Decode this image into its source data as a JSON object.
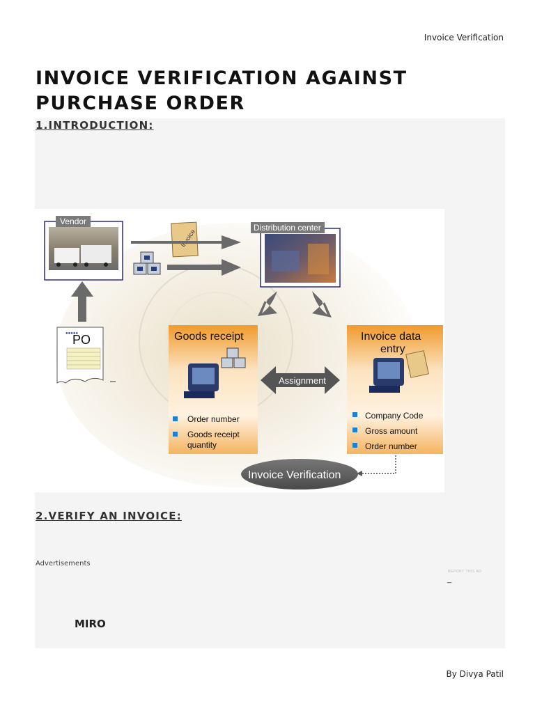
{
  "header": {
    "running_title": "Invoice Verification"
  },
  "document": {
    "title_line1": "INVOICE VERIFICATION AGAINST",
    "title_line2": "PURCHASE ORDER",
    "section1": "1.INTRODUCTION:",
    "section2": "2.VERIFY AN INVOICE:",
    "ads_label": "Advertisements",
    "report_label": "REPORT THIS AD",
    "report_dash": "_",
    "miro": "MIRO"
  },
  "diagram": {
    "vendor": "Vendor",
    "distribution_center": "Distribution center",
    "invoice_tag": "Invoice",
    "po": "PO",
    "goods_receipt": "Goods receipt",
    "goods_receipt_items": [
      "Order number",
      "Goods receipt",
      "quantity"
    ],
    "invoice_data_entry_1": "Invoice data",
    "invoice_data_entry_2": "entry",
    "invoice_data_items": [
      "Company Code",
      "Gross amount",
      "Order number"
    ],
    "assignment": "Assignment",
    "invoice_verification": "Invoice Verification",
    "colors": {
      "orange": "#f0a440",
      "bullet": "#1f7fd0",
      "frame": "#2a2a7a",
      "arrow": "#6a6a6a"
    }
  },
  "footer": {
    "author": "By Divya Patil"
  }
}
